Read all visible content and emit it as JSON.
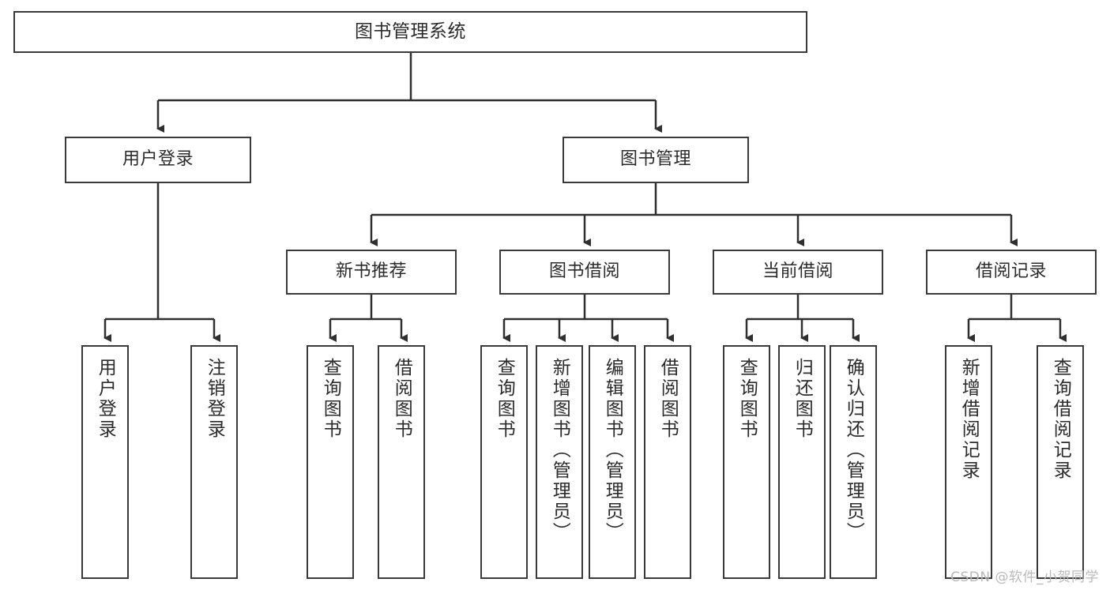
{
  "diagram": {
    "title": "图书管理系统",
    "type": "tree",
    "watermark": "CSDN @软件_小贺同学",
    "colors": {
      "stroke": "#3a3a3a",
      "background": "#ffffff",
      "text": "#2b2b2b",
      "watermark": "#b9b9b9"
    },
    "root": {
      "label": "图书管理系统"
    },
    "level2": [
      {
        "label": "用户登录"
      },
      {
        "label": "图书管理"
      }
    ],
    "level3": [
      {
        "label": "新书推荐"
      },
      {
        "label": "图书借阅"
      },
      {
        "label": "当前借阅"
      },
      {
        "label": "借阅记录"
      }
    ],
    "leaves": {
      "user_login": [
        {
          "label": "用户登录"
        },
        {
          "label": "注销登录"
        }
      ],
      "new_book": [
        {
          "label": "查询图书"
        },
        {
          "label": "借阅图书"
        }
      ],
      "borrow_book": [
        {
          "label": "查询图书"
        },
        {
          "label": "新增图书（管理员）"
        },
        {
          "label": "编辑图书（管理员）"
        },
        {
          "label": "借阅图书"
        }
      ],
      "current_borrow": [
        {
          "label": "查询图书"
        },
        {
          "label": "归还图书"
        },
        {
          "label": "确认归还（管理员）"
        }
      ],
      "borrow_record": [
        {
          "label": "新增借阅记录"
        },
        {
          "label": "查询借阅记录"
        }
      ]
    }
  }
}
